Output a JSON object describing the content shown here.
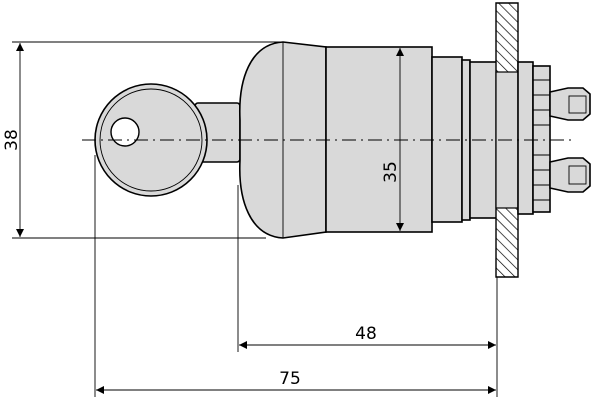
{
  "dimensions": {
    "overall_height": "38",
    "cap_diameter": "35",
    "length_front": "48",
    "length_total": "75"
  },
  "colors": {
    "part_fill": "#d9d9d9",
    "line": "#000000"
  }
}
